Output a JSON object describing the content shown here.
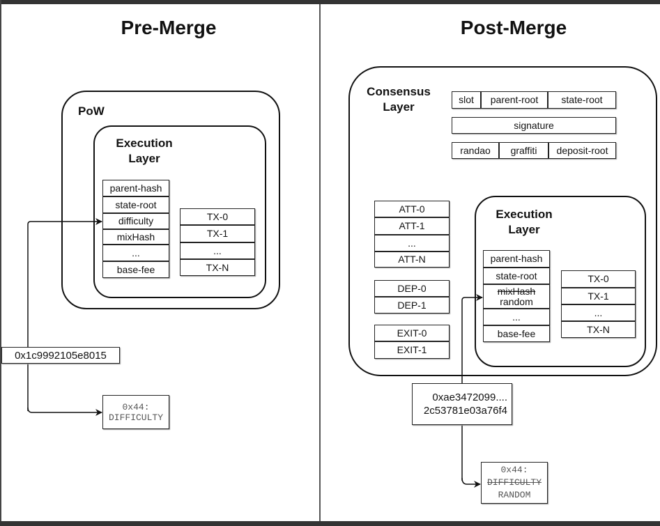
{
  "pre_merge": {
    "title": "Pre-Merge",
    "pow_label": "PoW",
    "execution_label_1": "Execution",
    "execution_label_2": "Layer",
    "header_fields": [
      "parent-hash",
      "state-root",
      "difficulty",
      "mixHash",
      "...",
      "base-fee"
    ],
    "transactions": [
      "TX-0",
      "TX-1",
      "...",
      "TX-N"
    ],
    "hash_value": "0x1c9992105e8015",
    "opcode": {
      "code": "0x44:",
      "name": "DIFFICULTY"
    }
  },
  "post_merge": {
    "title": "Post-Merge",
    "consensus_label_1": "Consensus",
    "consensus_label_2": "Layer",
    "beacon_row1": [
      "slot",
      "parent-root",
      "state-root"
    ],
    "beacon_signature": "signature",
    "beacon_row3": [
      "randao",
      "graffiti",
      "deposit-root"
    ],
    "attestations": [
      "ATT-0",
      "ATT-1",
      "...",
      "ATT-N"
    ],
    "deposits": [
      "DEP-0",
      "DEP-1"
    ],
    "exits": [
      "EXIT-0",
      "EXIT-1"
    ],
    "execution_label_1": "Execution",
    "execution_label_2": "Layer",
    "header_fields": [
      "parent-hash",
      "state-root",
      "mixHash",
      "random",
      "...",
      "base-fee"
    ],
    "transactions": [
      "TX-0",
      "TX-1",
      "...",
      "TX-N"
    ],
    "hash_value_1": "0xae3472099....",
    "hash_value_2": "2c53781e03a76f4",
    "opcode": {
      "code": "0x44:",
      "name_old": "DIFFICULTY",
      "name_new": "RANDOM"
    }
  }
}
